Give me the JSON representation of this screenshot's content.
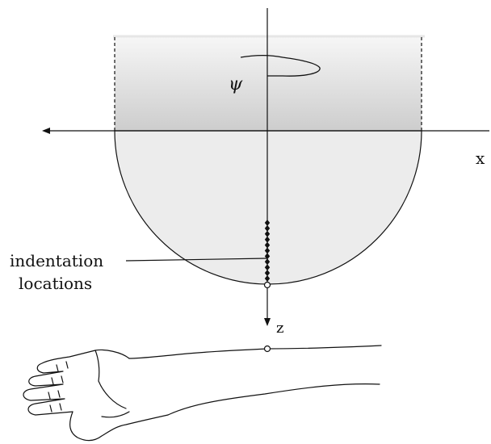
{
  "labels": {
    "psi": "ψ",
    "x_axis": "x",
    "z_axis": "z",
    "indentation_line1": "indentation",
    "indentation_line2": "locations"
  },
  "colors": {
    "line": "#111111",
    "cylinder_top": "#f4f4f4",
    "cylinder_bottom": "#cfcfcf",
    "hemisphere_fill": "#ececec",
    "background": "#ffffff"
  },
  "indentation_marker_count": 11
}
